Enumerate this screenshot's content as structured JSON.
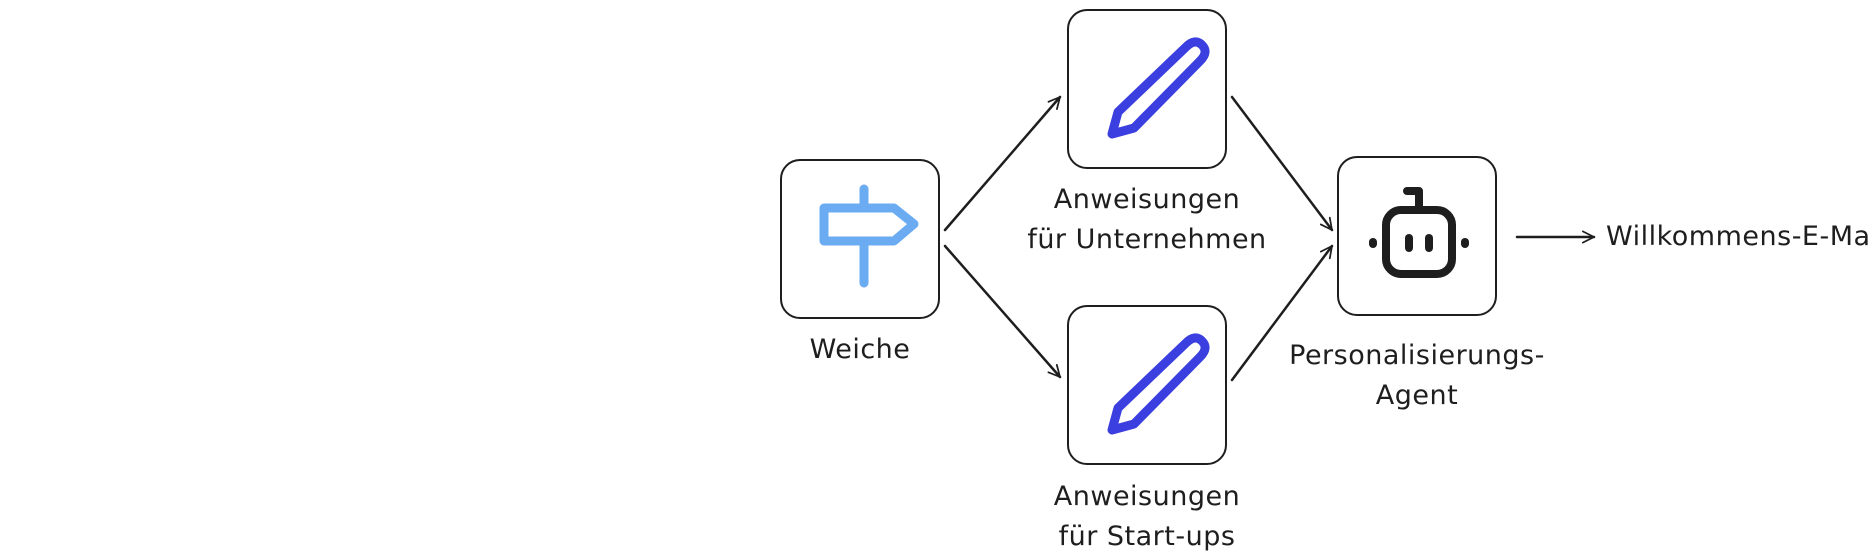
{
  "diagram": {
    "colors": {
      "stroke": "#1e1e1e",
      "signpost": "#6aabf2",
      "pencil": "#3b3fe0",
      "robot": "#1e1e1e"
    },
    "nodes": {
      "switch": {
        "icon": "signpost-icon",
        "label": "Weiche"
      },
      "enterprise_instructions": {
        "icon": "pencil-icon",
        "label_line1": "Anweisungen",
        "label_line2": "für Unternehmen"
      },
      "startup_instructions": {
        "icon": "pencil-icon",
        "label_line1": "Anweisungen",
        "label_line2": "für Start-ups"
      },
      "personalization_agent": {
        "icon": "robot-icon",
        "label_line1": "Personalisierungs-",
        "label_line2": "Agent"
      },
      "output": {
        "label": "Willkommens-E-Mail"
      }
    }
  }
}
